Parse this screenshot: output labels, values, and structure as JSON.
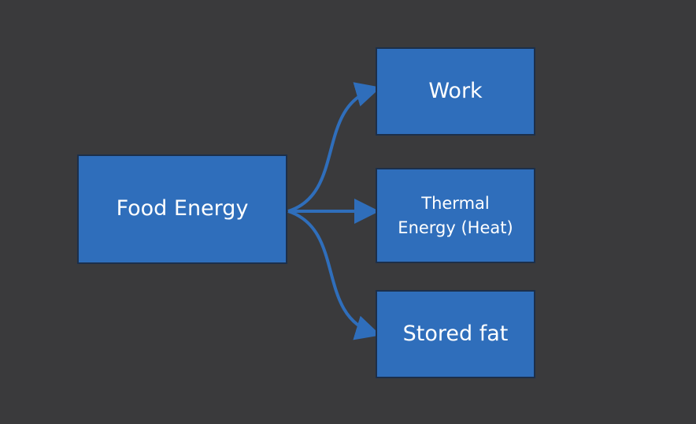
{
  "diagram": {
    "source": {
      "label": "Food Energy"
    },
    "outputs": {
      "work": {
        "label": "Work"
      },
      "thermal": {
        "line1": "Thermal",
        "line2": "Energy (Heat)"
      },
      "fat": {
        "label": "Stored fat"
      }
    },
    "colors": {
      "background": "#3a3a3c",
      "box_fill": "#2f6ebb",
      "box_border": "#1c2f4a",
      "arrow": "#2f6ebb",
      "text": "#ffffff"
    }
  }
}
